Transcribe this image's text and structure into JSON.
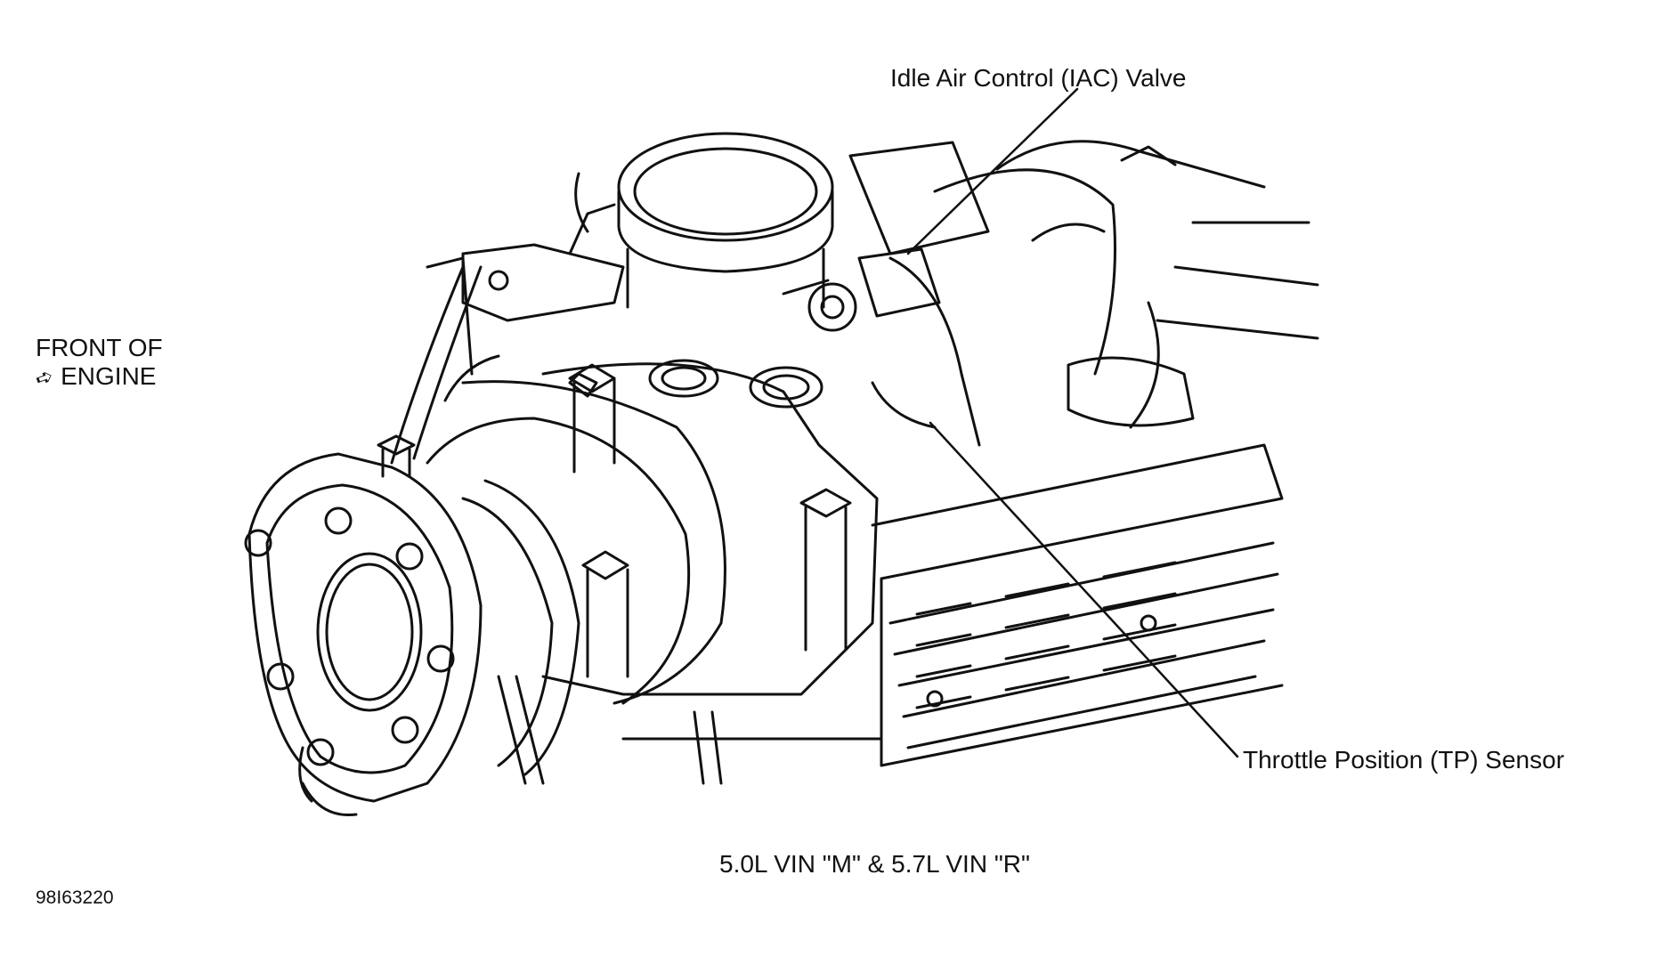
{
  "labels": {
    "front_line1": "FRONT OF",
    "front_line2": "ENGINE",
    "iac_valve": "Idle Air Control (IAC) Valve",
    "tp_sensor": "Throttle Position (TP) Sensor",
    "caption": "5.0L VIN \"M\" & 5.7L VIN \"R\"",
    "figure_id": "98I63220"
  },
  "icons": {
    "front_arrow": "arrow-left-down-icon"
  }
}
